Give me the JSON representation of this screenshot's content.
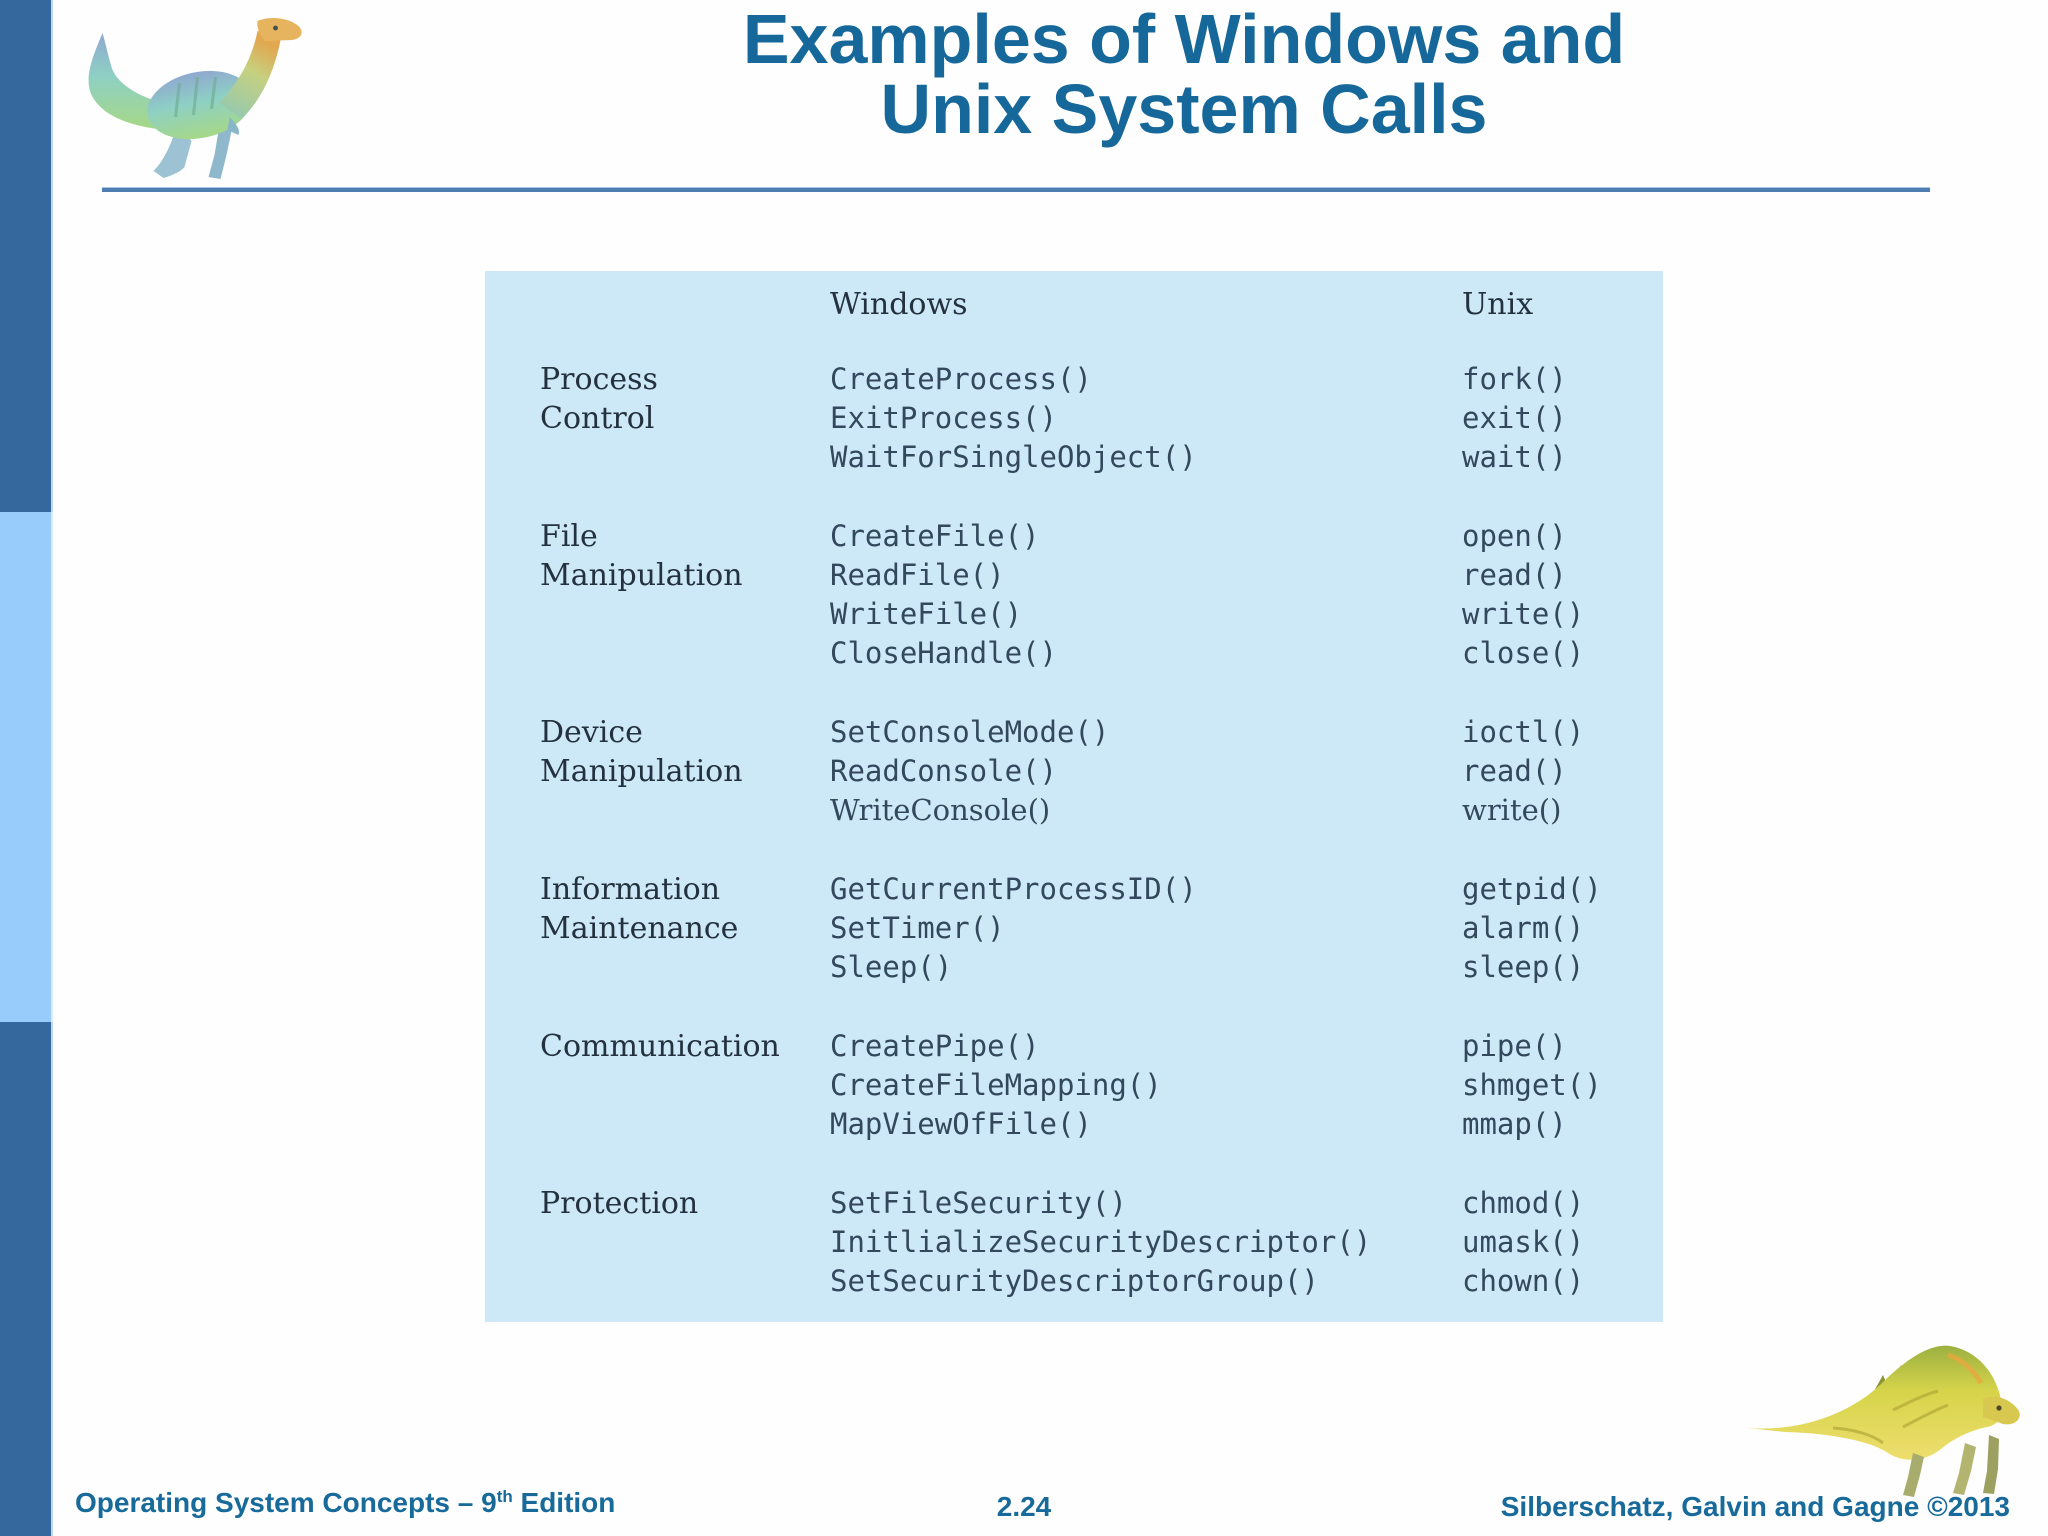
{
  "colors": {
    "title": "#16689a",
    "rule": "#4d7db1",
    "sidebar-dark": "#35689c",
    "sidebar-light": "#98ccfb",
    "table-bg": "#cde9f8",
    "table-text": "#33485c",
    "category-text": "#24313e",
    "footer-text": "#176a9a"
  },
  "title": {
    "line1": "Examples of Windows and",
    "line2": "Unix System Calls"
  },
  "table": {
    "headers": {
      "windows": "Windows",
      "unix": "Unix"
    },
    "groups": [
      {
        "category": [
          "Process",
          "Control"
        ],
        "windows": [
          "CreateProcess()",
          "ExitProcess()",
          "WaitForSingleObject()"
        ],
        "unix": [
          "fork()",
          "exit()",
          "wait()"
        ]
      },
      {
        "category": [
          "File",
          "Manipulation"
        ],
        "windows": [
          "CreateFile()",
          "ReadFile()",
          "WriteFile()",
          "CloseHandle()"
        ],
        "unix": [
          "open()",
          "read()",
          "write()",
          "close()"
        ]
      },
      {
        "category": [
          "Device",
          "Manipulation"
        ],
        "windows": [
          "SetConsoleMode()",
          "ReadConsole()",
          "WriteConsole()"
        ],
        "unix": [
          "ioctl()",
          "read()",
          "write()"
        ]
      },
      {
        "category": [
          "Information",
          "Maintenance"
        ],
        "windows": [
          "GetCurrentProcessID()",
          "SetTimer()",
          "Sleep()"
        ],
        "unix": [
          "getpid()",
          "alarm()",
          "sleep()"
        ]
      },
      {
        "category": [
          "Communication"
        ],
        "windows": [
          "CreatePipe()",
          "CreateFileMapping()",
          "MapViewOfFile()"
        ],
        "unix": [
          "pipe()",
          "shmget()",
          "mmap()"
        ]
      },
      {
        "category": [
          "Protection"
        ],
        "windows": [
          "SetFileSecurity()",
          "InitlializeSecurityDescriptor()",
          "SetSecurityDescriptorGroup()"
        ],
        "unix": [
          "chmod()",
          "umask()",
          "chown()"
        ]
      }
    ]
  },
  "footer": {
    "left_prefix": "Operating System Concepts – 9",
    "left_sup": "th",
    "left_suffix": " Edition",
    "page": "2.24",
    "right": "Silberschatz, Galvin and Gagne ©2013"
  },
  "images": {
    "top_left_logo": "dinosaur-illustration",
    "bottom_right_logo": "dinosaur-illustration"
  }
}
